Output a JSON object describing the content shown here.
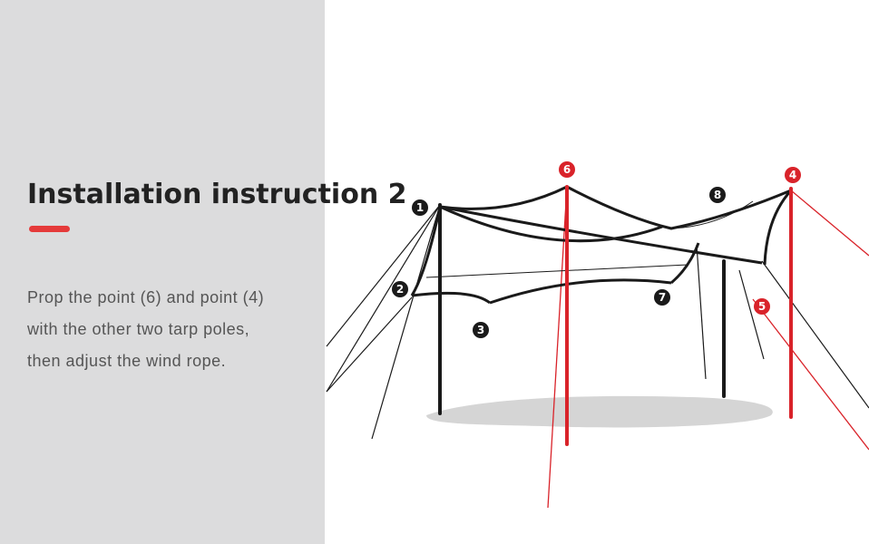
{
  "page": {
    "title": "Installation instruction 2",
    "description_lines": [
      "Prop the point (6) and point (4)",
      "with the other two tarp poles,",
      "then adjust the wind rope."
    ]
  },
  "diagram": {
    "markers": [
      {
        "label": "1",
        "color": "#1a1a1a"
      },
      {
        "label": "2",
        "color": "#1a1a1a"
      },
      {
        "label": "3",
        "color": "#1a1a1a"
      },
      {
        "label": "4",
        "color": "#d9232a"
      },
      {
        "label": "5",
        "color": "#d9232a"
      },
      {
        "label": "6",
        "color": "#d9232a"
      },
      {
        "label": "7",
        "color": "#1a1a1a"
      },
      {
        "label": "8",
        "color": "#1a1a1a"
      }
    ]
  },
  "colors": {
    "panel_bg": "#dcdcdd",
    "accent": "#e53a3a",
    "pole_red": "#d9232a",
    "line_dark": "#1a1a1a",
    "shadow": "#d5d5d5"
  }
}
